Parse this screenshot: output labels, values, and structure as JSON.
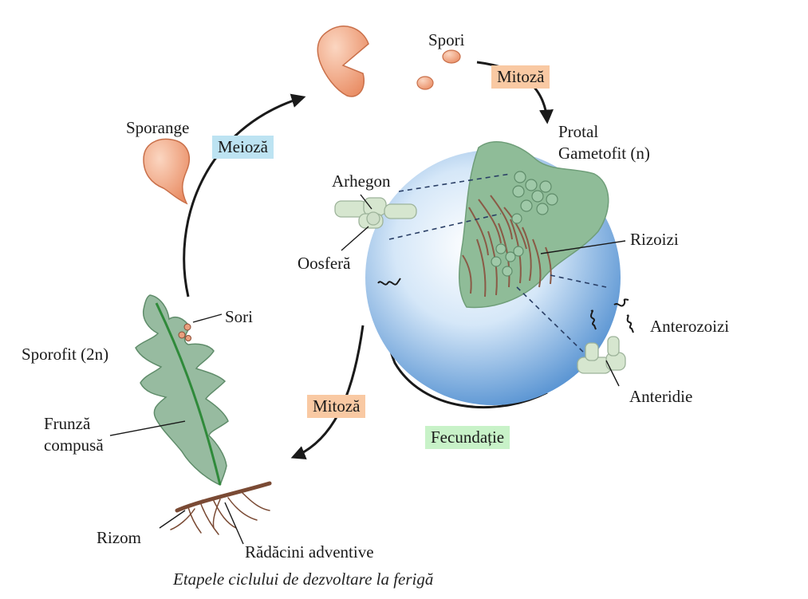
{
  "caption": "Etapele ciclului de dezvoltare la ferigă",
  "labels": {
    "spori": "Spori",
    "sporange": "Sporange",
    "protal_line1": "Protal",
    "protal_line2": "Gametofit (n)",
    "arhegon": "Arhegon",
    "oosfera": "Oosferă",
    "rizoizi": "Rizoizi",
    "anterozoizi": "Anterozoizi",
    "anteridie": "Anteridie",
    "sori": "Sori",
    "sporofit": "Sporofit (2n)",
    "frunza_line1": "Frunză",
    "frunza_line2": "compusă",
    "rizom": "Rizom",
    "radacini": "Rădăcini adventive"
  },
  "process_boxes": {
    "meioza": {
      "text": "Meioză",
      "color": "#bde3f2"
    },
    "mitoza_top": {
      "text": "Mitoză",
      "color": "#f9c9a3"
    },
    "mitoza_bottom": {
      "text": "Mitoză",
      "color": "#f9c9a3"
    },
    "fecundatie": {
      "text": "Fecundație",
      "color": "#c8f2c8"
    }
  },
  "colors": {
    "spore_fill": "#f2a27e",
    "gametophyte_fill": "#8fbc98",
    "sphere_center": "#ffffff",
    "sphere_edge": "#5b95d2",
    "leaf_fill": "#97bba0",
    "leaf_vein": "#2f8a3a",
    "root_color": "#7a4a34",
    "cell_fill": "#d6e6cf"
  }
}
